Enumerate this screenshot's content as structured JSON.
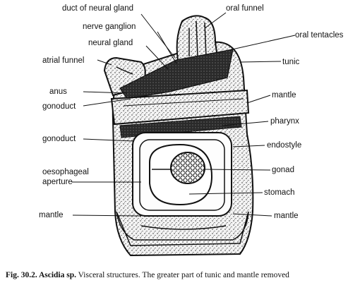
{
  "labels": {
    "duct_of_neural_gland": "duct of neural gland",
    "oral_funnel": "oral funnel",
    "nerve_ganglion": "nerve ganglion",
    "oral_tentacles": "oral tentacles",
    "neural_gland": "neural gland",
    "atrial_funnel": "atrial funnel",
    "tunic": "tunic",
    "anus": "anus",
    "mantle_top": "mantle",
    "gonoduct_1": "gonoduct",
    "pharynx": "pharynx",
    "gonoduct_2": "gonoduct",
    "endostyle": "endostyle",
    "oesophageal_line1": "oesophageal",
    "oesophageal_line2": "aperture",
    "gonad": "gonad",
    "stomach": "stomach",
    "mantle_left": "mantle",
    "mantle_right": "mantle"
  },
  "caption": {
    "fig_label": "Fig. 30.2. Ascidia sp.",
    "text": " Visceral structures. The greater part of tunic and mantle removed"
  }
}
